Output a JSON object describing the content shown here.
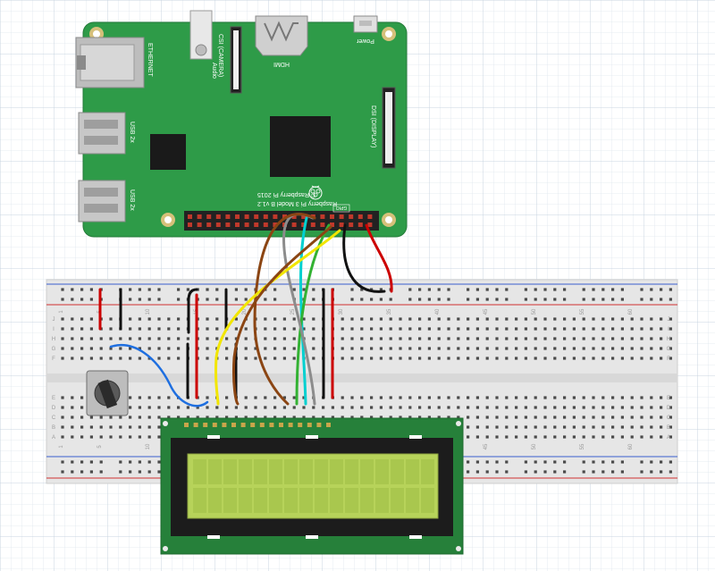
{
  "raspberry_pi": {
    "model_text": "Raspberry Pi 3 Model B v1.2",
    "copyright_text": "© Raspberry Pi 2015",
    "labels": {
      "ethernet": "ETHERNET",
      "usb_top": "USB 2x",
      "usb_bottom": "USB 2x",
      "audio": "Audio",
      "camera": "CSI (CAMERA)",
      "hdmi": "HDMI",
      "power": "Power",
      "display": "DSI (DISPLAY)",
      "gpio": "GPIO"
    }
  },
  "breadboard": {
    "column_numbers": [
      "1",
      "5",
      "10",
      "15",
      "20",
      "25",
      "30",
      "35",
      "40",
      "45",
      "50",
      "55",
      "60"
    ],
    "row_letters_top": [
      "J",
      "I",
      "H",
      "G",
      "F"
    ],
    "row_letters_bottom": [
      "E",
      "D",
      "C",
      "B",
      "A"
    ]
  },
  "colors": {
    "pcb": "#2e9b48",
    "lcd_pcb": "#26803a",
    "lcd_screen": "#b7d35a",
    "breadboard": "#e6e6e6",
    "rail_red": "#d03030",
    "rail_blue": "#3a5fcd",
    "wire_red": "#cc0000",
    "wire_black": "#111111",
    "wire_yellow": "#f2e600",
    "wire_brown": "#8b4513",
    "wire_gray": "#8c8c8c",
    "wire_cyan": "#00d0d0",
    "wire_green": "#33b233",
    "wire_blue": "#1f6fe0"
  },
  "components": [
    "raspberry-pi",
    "breadboard",
    "potentiometer",
    "lcd-16x2"
  ]
}
